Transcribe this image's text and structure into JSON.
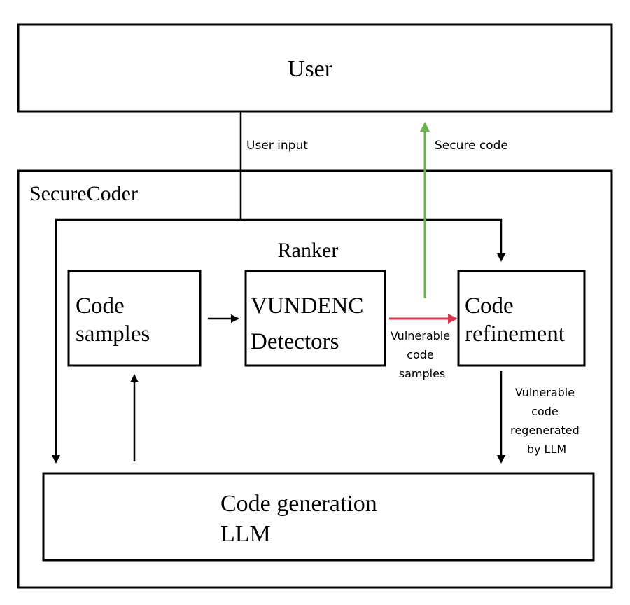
{
  "user": {
    "label": "User"
  },
  "secure_coder": {
    "label": "SecureCoder"
  },
  "ranker": {
    "label": "Ranker"
  },
  "code_samples": {
    "line1": "Code",
    "line2": "samples"
  },
  "detectors": {
    "line1": "VUNDENC",
    "line2": "Detectors"
  },
  "refinement": {
    "line1": "Code",
    "line2": "refinement"
  },
  "generation": {
    "line1": "Code generation",
    "line2": "LLM"
  },
  "edges": {
    "user_input": "User input",
    "secure_code": "Secure code",
    "vulnerable_samples": [
      "Vulnerable",
      "code",
      "samples"
    ],
    "regenerated": [
      "Vulnerable",
      "code",
      "regenerated",
      "by LLM"
    ]
  },
  "colors": {
    "stroke": "#000000",
    "secure_arrow": "#6ab04c",
    "vulnerable_arrow": "#d9374b"
  }
}
